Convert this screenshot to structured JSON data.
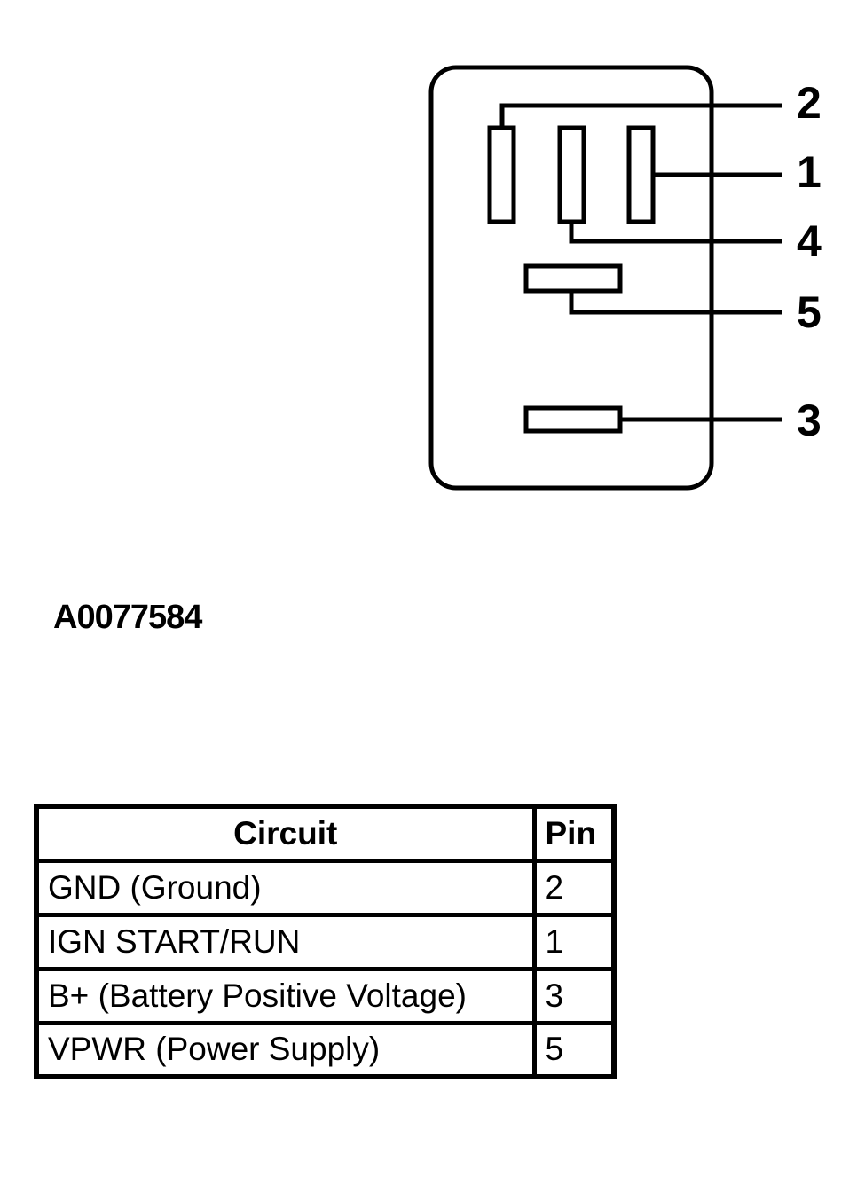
{
  "diagram": {
    "figure_id": "A0077584",
    "pin_callouts": [
      {
        "id": "pin-2",
        "label": "2"
      },
      {
        "id": "pin-1",
        "label": "1"
      },
      {
        "id": "pin-4",
        "label": "4"
      },
      {
        "id": "pin-5",
        "label": "5"
      },
      {
        "id": "pin-3",
        "label": "3"
      }
    ],
    "line_color": "#000000",
    "background_color": "#ffffff"
  },
  "table": {
    "headers": {
      "circuit": "Circuit",
      "pin": "Pin"
    },
    "rows": [
      {
        "circuit": "GND (Ground)",
        "pin": "2"
      },
      {
        "circuit": "IGN START/RUN",
        "pin": "1"
      },
      {
        "circuit": "B+ (Battery Positive Voltage)",
        "pin": "3"
      },
      {
        "circuit": "VPWR (Power Supply)",
        "pin": "5"
      }
    ]
  }
}
